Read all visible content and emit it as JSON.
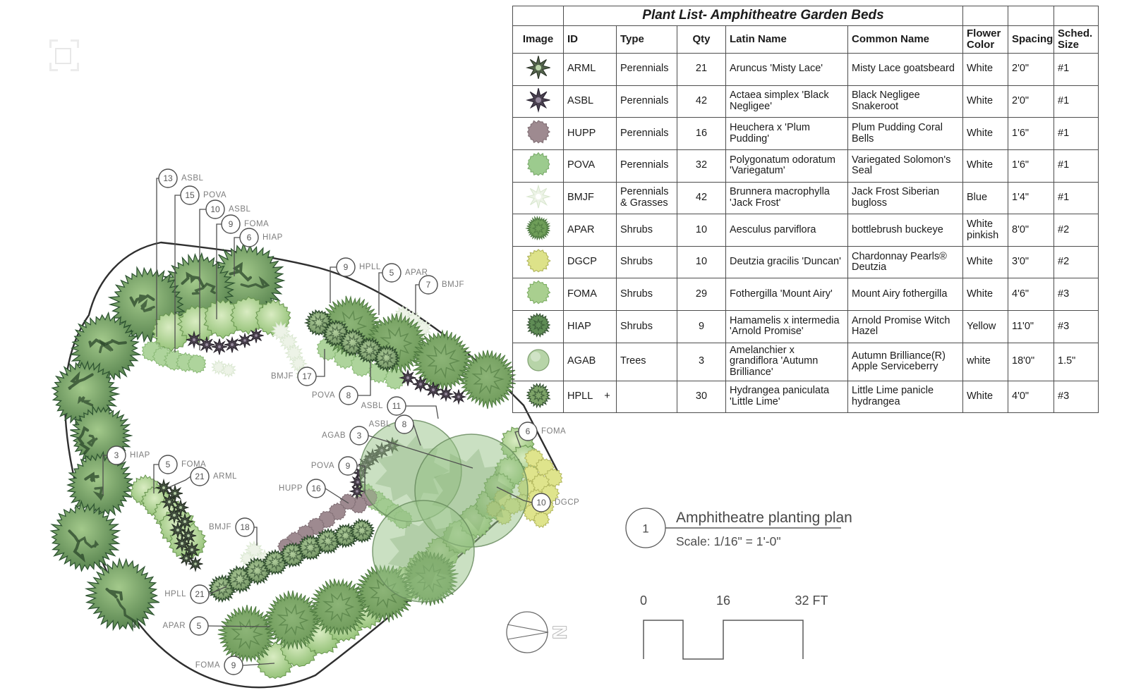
{
  "table": {
    "title": "Plant List- Amphitheatre Garden Beds",
    "columns": [
      "Image",
      "ID",
      "Type",
      "Qty",
      "Latin Name",
      "Common Name",
      "Flower Color",
      "Spacing",
      "Sched. Size"
    ],
    "rows": [
      {
        "id": "ARML",
        "type": "Perennials",
        "qty": "21",
        "latin": "Aruncus 'Misty Lace'",
        "common": "Misty Lace goatsbeard",
        "flower": "White",
        "spacing": "2'0\"",
        "sched": "#1",
        "symbol": {
          "name": "arml-plant-symbol",
          "shape": "star",
          "fill": "#53644b",
          "stroke": "#2b3328",
          "inner": "#b9d3a8"
        }
      },
      {
        "id": "ASBL",
        "type": "Perennials",
        "qty": "42",
        "latin": "Actaea simplex 'Black Negligee'",
        "common": "Black Negligee Snakeroot",
        "flower": "White",
        "spacing": "2'0\"",
        "sched": "#1",
        "symbol": {
          "name": "asbl-plant-symbol",
          "shape": "star",
          "fill": "#4a4150",
          "stroke": "#282230",
          "inner": "#94889c"
        }
      },
      {
        "id": "HUPP",
        "type": "Perennials",
        "qty": "16",
        "latin": "Heuchera x 'Plum Pudding'",
        "common": "Plum Pudding Coral Bells",
        "flower": "White",
        "spacing": "1'6\"",
        "sched": "#1",
        "symbol": {
          "name": "hupp-plant-symbol",
          "shape": "fuzz",
          "fill": "#9e8a90",
          "stroke": "#827076"
        }
      },
      {
        "id": "POVA",
        "type": "Perennials",
        "qty": "32",
        "latin": "Polygonatum odoratum 'Variegatum'",
        "common": "Variegated Solomon's Seal",
        "flower": "White",
        "spacing": "1'6\"",
        "sched": "#1",
        "symbol": {
          "name": "pova-plant-symbol",
          "shape": "fuzz",
          "fill": "#9ccb8e",
          "stroke": "#7bab6c"
        }
      },
      {
        "id": "BMJF",
        "type": "Perennials & Grasses",
        "qty": "42",
        "latin": "Brunnera macrophylla 'Jack Frost'",
        "common": "Jack Frost Siberian bugloss",
        "flower": "Blue",
        "spacing": "1'4\"",
        "sched": "#1",
        "symbol": {
          "name": "bmjf-plant-symbol",
          "shape": "star",
          "fill": "#edf3e7",
          "stroke": "#d9e7cf",
          "inner": "#ffffff"
        }
      },
      {
        "id": "APAR",
        "type": "Shrubs",
        "qty": "10",
        "latin": "Aesculus parviflora",
        "common": "bottlebrush buckeye",
        "flower": "White pinkish",
        "spacing": "8'0\"",
        "sched": "#2",
        "symbol": {
          "name": "apar-plant-symbol",
          "shape": "spiky",
          "fill": "#6f9e59",
          "stroke": "#4c7840"
        }
      },
      {
        "id": "DGCP",
        "type": "Shrubs",
        "qty": "10",
        "latin": "Deutzia gracilis 'Duncan'",
        "common": "Chardonnay Pearls® Deutzia",
        "flower": "White",
        "spacing": "3'0\"",
        "sched": "#2",
        "symbol": {
          "name": "dgcp-plant-symbol",
          "shape": "fuzz",
          "fill": "#dde289",
          "stroke": "#b0b55c"
        }
      },
      {
        "id": "FOMA",
        "type": "Shrubs",
        "qty": "29",
        "latin": "Fothergilla 'Mount Airy'",
        "common": "Mount Airy fothergilla",
        "flower": "White",
        "spacing": "4'6\"",
        "sched": "#3",
        "symbol": {
          "name": "foma-plant-symbol",
          "shape": "fuzz",
          "fill": "#a9cf8f",
          "stroke": "#7fae66"
        }
      },
      {
        "id": "HIAP",
        "type": "Shrubs",
        "qty": "9",
        "latin": "Hamamelis x intermedia 'Arnold Promise'",
        "common": "Arnold Promise Witch Hazel",
        "flower": "Yellow",
        "spacing": "11'0\"",
        "sched": "#3",
        "symbol": {
          "name": "hiap-plant-symbol",
          "shape": "mottled",
          "fill": "#5f8c55",
          "stroke": "#355233"
        }
      },
      {
        "id": "AGAB",
        "type": "Trees",
        "qty": "3",
        "latin": "Amelanchier x grandiflora 'Autumn Brilliance'",
        "common": "Autumn Brilliance(R) Apple Serviceberry",
        "flower": "white",
        "spacing": "18'0\"",
        "sched": "1.5\"",
        "symbol": {
          "name": "agab-plant-symbol",
          "shape": "smooth",
          "fill": "#b7d4a8",
          "stroke": "#7fa070"
        }
      },
      {
        "id": "HPLL",
        "id_suffix": "+",
        "type": "",
        "qty": "30",
        "latin": "Hydrangea paniculata 'Little Lime'",
        "common": "Little Lime panicle hydrangea",
        "flower": "White",
        "spacing": "4'0\"",
        "sched": "#3",
        "symbol": {
          "name": "hpll-plant-symbol",
          "shape": "mottled",
          "fill": "#7da368",
          "stroke": "#2f4c2e"
        }
      }
    ]
  },
  "plan": {
    "callouts": [
      {
        "qty": "13",
        "id": "ASBL"
      },
      {
        "qty": "15",
        "id": "POVA"
      },
      {
        "qty": "10",
        "id": "ASBL"
      },
      {
        "qty": "9",
        "id": "FOMA"
      },
      {
        "qty": "6",
        "id": "HIAP"
      },
      {
        "qty": "9",
        "id": "HPLL"
      },
      {
        "qty": "5",
        "id": "APAR"
      },
      {
        "qty": "7",
        "id": "BMJF"
      },
      {
        "qty": "17",
        "id": "BMJF"
      },
      {
        "qty": "8",
        "id": "POVA"
      },
      {
        "qty": "11",
        "id": "ASBL"
      },
      {
        "qty": "8",
        "id": "ASBL"
      },
      {
        "qty": "3",
        "id": "AGAB"
      },
      {
        "qty": "9",
        "id": "POVA"
      },
      {
        "qty": "16",
        "id": "HUPP"
      },
      {
        "qty": "6",
        "id": "FOMA"
      },
      {
        "qty": "10",
        "id": "DGCP"
      },
      {
        "qty": "3",
        "id": "HIAP"
      },
      {
        "qty": "5",
        "id": "FOMA"
      },
      {
        "qty": "21",
        "id": "ARML"
      },
      {
        "qty": "18",
        "id": "BMJF"
      },
      {
        "qty": "21",
        "id": "HPLL"
      },
      {
        "qty": "5",
        "id": "APAR"
      },
      {
        "qty": "9",
        "id": "FOMA"
      }
    ]
  },
  "title_block": {
    "number": "1",
    "title": "Amphitheatre planting plan",
    "scale": "Scale: 1/16\" = 1'-0\""
  },
  "scale_bar": {
    "labels": [
      "0",
      "16",
      "32 FT"
    ]
  },
  "north_arrow": {
    "letter": "N"
  },
  "colors": {
    "line": "#2f2f2f",
    "callout": "#4f4f4f",
    "label_text": "#7e7e7e",
    "accent_yellow_green": "#dde289",
    "accent_dark_green": "#44713f",
    "accent_mauve": "#9e8a90"
  }
}
